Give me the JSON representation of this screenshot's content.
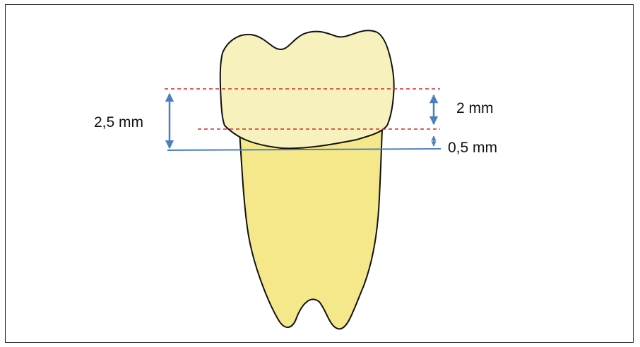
{
  "labels": {
    "total_distance": "2,5 mm",
    "crown_segment": "2 mm",
    "cervical_segment": "0,5 mm"
  },
  "colors": {
    "crown_fill": "#f7f2bd",
    "root_fill": "#f5e88a",
    "outline": "#111111",
    "reference_dashed_line": "#d22a2a",
    "measure_arrow": "#4a7fc0",
    "frame_border": "#222222"
  }
}
